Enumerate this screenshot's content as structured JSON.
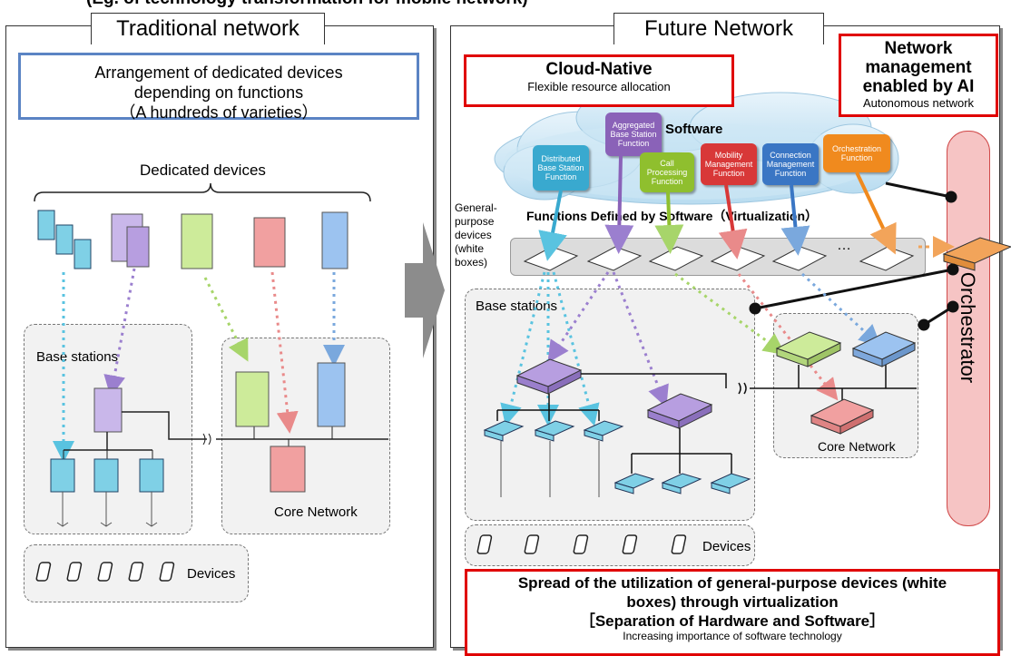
{
  "top_caption": "(Eg. of technology transformation for mobile network)",
  "left": {
    "title": "Traditional network",
    "info": [
      "Arrangement of dedicated devices",
      "depending on functions",
      "（A hundreds of varieties）"
    ],
    "dedicated_devices": "Dedicated devices",
    "base_stations": "Base stations",
    "core_network": "Core Network",
    "devices": "Devices"
  },
  "right": {
    "title": "Future Network",
    "cloud_native": {
      "title": "Cloud-Native",
      "sub": "Flexible resource allocation"
    },
    "ai": {
      "line1": "Network",
      "line2": "management",
      "line3": "enabled by AI",
      "sub": "Autonomous network"
    },
    "software": "Software",
    "functions": [
      {
        "line1": "Distributed",
        "line2": "Base Station",
        "line3": "Function",
        "color": "#39a9cf"
      },
      {
        "line1": "Aggregated",
        "line2": "Base Station",
        "line3": "Function",
        "color": "#8a62b8"
      },
      {
        "line1": "Call",
        "line2": "Processing",
        "line3": "Function",
        "color": "#8fbf2e"
      },
      {
        "line1": "Mobility",
        "line2": "Management",
        "line3": "Function",
        "color": "#d83838"
      },
      {
        "line1": "Connection",
        "line2": "Management",
        "line3": "Function",
        "color": "#3a76c4"
      },
      {
        "line1": "Orchestration",
        "line2": "Function",
        "line3": "",
        "color": "#f08a1e"
      }
    ],
    "functions_defined": "Functions Defined by Software（Virtualization）",
    "general_purpose": [
      "General-",
      "purpose",
      "devices",
      "(white",
      "boxes)"
    ],
    "ellipsis": "…",
    "base_stations": "Base stations",
    "core_network": "Core Network",
    "devices": "Devices",
    "orchestrator": "Orchestrator",
    "bottom": {
      "line1": "Spread of the utilization of general-purpose devices (white",
      "line2": "boxes) through virtualization",
      "line3": "［Separation of Hardware and Software］",
      "sub": "Increasing importance of software technology"
    }
  },
  "colors": {
    "red": "#e00000",
    "blue": "#5b84c4",
    "cyan": "#59c3e0",
    "purple": "#9b7fcf",
    "green": "#a7d56a",
    "pink": "#e98a8a",
    "orange": "#f2a45a"
  }
}
